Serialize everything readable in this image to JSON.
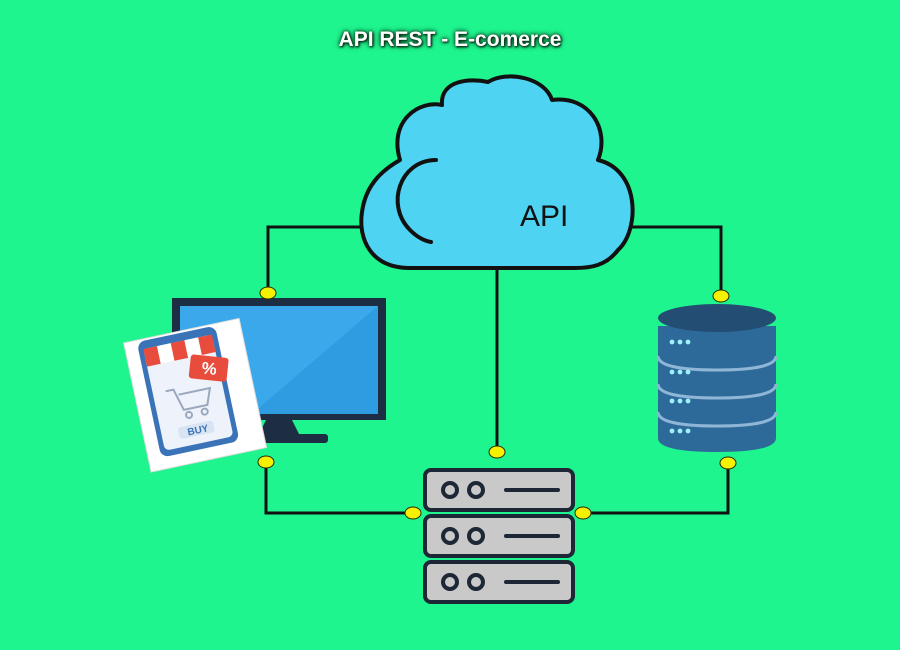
{
  "title": "API REST -  E-comerce",
  "cloud": {
    "label": "API"
  },
  "shop_card": {
    "buy_label": "BUY",
    "discount_label": "%"
  },
  "colors": {
    "background": "#1ef58f",
    "connector": "#111111",
    "node": "#f5f100",
    "cloud": "#4fd3f3",
    "monitor": "#2f9be0",
    "database": "#2d6a99",
    "server": "#c9c9c9"
  },
  "icons": [
    "cloud-icon",
    "monitor-icon",
    "shop-card-icon",
    "database-icon",
    "server-rack-icon"
  ]
}
